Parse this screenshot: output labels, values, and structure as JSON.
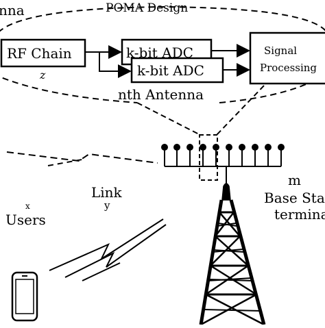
{
  "labels": {
    "antenna_fragment": "nna",
    "design_title": "POMA Design",
    "rf_chain": "RF Chain",
    "adc_back": "k-bit ADC",
    "adc_front": "k-bit ADC",
    "signal_line1": "Signal",
    "signal_line2": "Processing",
    "z_label": "z",
    "nth_antenna": "nth Antenna",
    "m_label": "m",
    "base_station_line1": "Base Statio",
    "base_station_line2": "terminals",
    "link": "Link",
    "y_label": "y",
    "x_label": "x",
    "users": "Users"
  }
}
